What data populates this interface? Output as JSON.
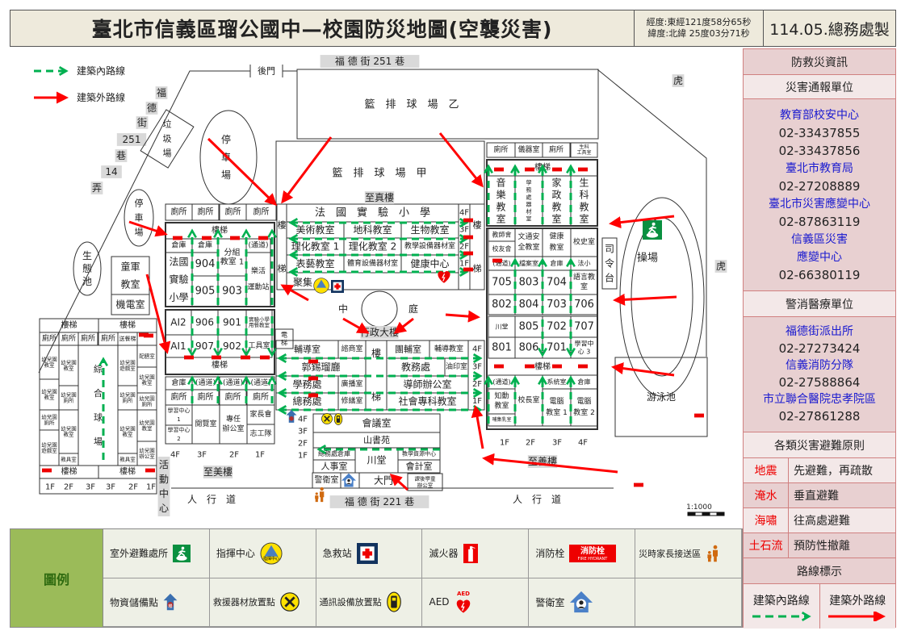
{
  "header": {
    "title": "臺北市信義區瑠公國中—校園防災地圖(空襲災害)",
    "longitude": "經度:東經121度58分65秒",
    "latitude": "緯度:北緯  25度03分71秒",
    "maker": "114.05.總務處製"
  },
  "map": {
    "legend": {
      "inner": "建築內路線",
      "outer": "建築外路線"
    },
    "streets": {
      "fude251": "福 德 街 251 巷",
      "lane": [
        "福",
        "德",
        "街",
        "251",
        "巷",
        "14",
        "弄"
      ],
      "fude221": "福 德 街 221 巷",
      "sidewalk": [
        "人　行　道",
        "人　行　道"
      ],
      "back_gate": "後門",
      "tiger": [
        "虎",
        "虎"
      ],
      "activity_center": "活\n動\n中\n心"
    },
    "places": {
      "court_b": "籃　排　球　場　乙",
      "court_a": "籃　排　球　場　甲",
      "parking1": "停\n車\n場",
      "parking2": "停\n車\n場",
      "garbage": "垃\n圾\n場",
      "eco_pond": "生\n態\n池",
      "scout": "童軍\n教室",
      "electrical": "機電室",
      "courtyard": [
        "中",
        "庭"
      ],
      "playground": "操場",
      "podium": "司\n令\n台",
      "pool": "游泳池",
      "scale": "1:1000",
      "elevator": "電\n梯"
    },
    "zhizhen": {
      "name": "至真樓",
      "stairs_left": "樓\n\n\n梯",
      "stairs_right": "樓\n\n\n梯",
      "top": "法　國　實　驗　小　學",
      "rooms": [
        "美術教室",
        "地科教室",
        "生物教室",
        "理化教室 1",
        "理化教室 2",
        "教學設備器材室",
        "表藝教室",
        "體育設備器材室",
        "健康中心"
      ],
      "floors": [
        "4F",
        "3F",
        "2F",
        "1F"
      ],
      "gather": "聚集"
    },
    "admin": {
      "name": "行政大樓",
      "stairs": "樓\n\n\n梯",
      "rooms": [
        "輔導室",
        "諮商室",
        "團輔室",
        "輔導教室",
        "郭錫瑠廳",
        "教務處",
        "油印室",
        "學務處",
        "廣播室",
        "導師辦公室",
        "總務處",
        "修繕室",
        "社會專科教室"
      ],
      "floors": [
        "4F",
        "3F",
        "2F",
        "1F"
      ]
    },
    "meeting": {
      "floors": [
        "4F",
        "3F",
        "2F",
        "1F"
      ],
      "rooms": [
        "會議室",
        "山書苑",
        "總務處倉庫",
        "川堂",
        "教學資源中心",
        "人事室",
        "會計室",
        "警衛室",
        "大門",
        "課後學童\n辦公室"
      ]
    },
    "ninth": {
      "toilets": [
        "廁所",
        "廁所",
        "廁所",
        "廁所"
      ],
      "stairs": [
        "樓梯",
        "樓梯"
      ],
      "cells": [
        "倉庫",
        "倉庫",
        "分組\n教室 1",
        "(通道)",
        "法國\n實驗\n小學",
        "904",
        "905",
        "903",
        "樂活\n運動站",
        "AI2",
        "906",
        "901",
        "實驗小學\n用餐教室",
        "AI1",
        "907",
        "902",
        "工具室"
      ]
    },
    "zhimei": {
      "name": "至美樓",
      "row": [
        "倉庫",
        "(通道)",
        "(通道)",
        "(通道)"
      ],
      "toilets": [
        "廁所",
        "廁所",
        "廁所",
        "廁所"
      ],
      "cells": [
        "學習中心\n1",
        "學習中心\n2",
        "閱覽室",
        "專任\n辦公室",
        "家長會",
        "志工隊"
      ],
      "floors": [
        "4F",
        "3F",
        "2F",
        "1F"
      ]
    },
    "kinder": {
      "stairs": [
        "樓梯",
        "樓梯"
      ],
      "toilets": [
        "廁所",
        "廁所",
        "廁所",
        "廁所"
      ],
      "meal": "送餐梯",
      "col1": [
        "幼兒園\n教室",
        "幼兒園\n教室",
        "幼兒園\n廁所",
        "幼兒園\n遊戲室"
      ],
      "col2": [
        "幼兒園\n教室",
        "幼兒園\n廁所",
        "幼兒園\n教室",
        "教具室"
      ],
      "court": "綜\n合\n球\n場",
      "col4": [
        "幼兒園\n遊戲室",
        "幼兒園\n廁所",
        "幼兒園\n教室",
        "教具室"
      ],
      "col5": [
        "配膳室",
        "幼兒園\n教室",
        "幼兒園\n廁所",
        "幼兒園\n教室",
        "幼兒園\n辦公室"
      ],
      "bottom_stairs": [
        "樓梯",
        "樓梯"
      ],
      "floors": [
        "1F",
        "2F",
        "3F",
        "3F",
        "2F",
        "1F"
      ]
    },
    "zhishan": {
      "name": "至善樓",
      "top": [
        "廁所",
        "儀器室",
        "廁所",
        "生科\n工具室"
      ],
      "stairs": [
        "樓梯",
        "樓梯"
      ],
      "box1": [
        "音\n樂\n教\n室",
        "學\n務\n處\n器\n材\n室",
        "家\n政\n教\n室",
        "生\n科\n教\n室"
      ],
      "cells": [
        "教師會",
        "校友會",
        "文通安\n全教室",
        "健康\n教室",
        "校史室",
        "(通道)",
        "檔案室",
        "倉庫",
        "法小",
        "705",
        "803",
        "704",
        "語言教\n室",
        "802",
        "804",
        "703",
        "706",
        "川堂",
        "805",
        "702",
        "707",
        "801",
        "806",
        "701",
        "學習中\n心 3",
        "(通道)",
        "系統室",
        "倉庫",
        "知動\n教室",
        "哺集乳室",
        "校長室",
        "電腦\n教室 1",
        "電腦\n教室 2"
      ],
      "floors": [
        "1F",
        "2F",
        "3F",
        "4F"
      ]
    }
  },
  "panel": {
    "title": "防救災資訊",
    "report_title": "災害通報單位",
    "report": [
      {
        "org": "教育部校安中心",
        "tel": [
          "02-33437855",
          "02-33437856"
        ]
      },
      {
        "org": "臺北市教育局",
        "tel": [
          "02-27208889"
        ]
      },
      {
        "org": "臺北市災害應變中心",
        "tel": [
          "02-87863119"
        ]
      },
      {
        "org": "信義區災害\n應變中心",
        "tel": [
          "02-66380119"
        ]
      }
    ],
    "medical_title": "警消醫療單位",
    "medical": [
      {
        "org": "福德街派出所",
        "tel": "02-27273424"
      },
      {
        "org": "信義消防分隊",
        "tel": "02-27588864"
      },
      {
        "org": "市立聯合醫院忠孝院區",
        "tel": "02-27861288"
      }
    ],
    "rules_title": "各類災害避難原則",
    "rules": [
      {
        "k": "地震",
        "v": "先避難，再疏散"
      },
      {
        "k": "淹水",
        "v": "垂直避難"
      },
      {
        "k": "海嘯",
        "v": "往高處避難"
      },
      {
        "k": "土石流",
        "v": "預防性撤離"
      }
    ],
    "routes_title": "路線標示",
    "routes": [
      "建築內路線",
      "建築外路線"
    ]
  },
  "legend": {
    "title": "圖例",
    "items": [
      "室外避難處所",
      "指揮中心",
      "急救站",
      "滅火器",
      "消防栓",
      "災時家長接送區",
      "物資儲備點",
      "救援器材放置點",
      "通訊設備放置點",
      "AED",
      "警衛室"
    ],
    "hydrant_icon": [
      "消防栓",
      "FIRE HYDRANT"
    ],
    "command_icon": "指揮中心",
    "aed_icon": "AED",
    "supplies_icon": "糧"
  },
  "colors": {
    "route_inner": "#00b050",
    "route_outer": "#ff0000",
    "panel": "#e8d0d1",
    "legend_head": "#9bbb59"
  }
}
